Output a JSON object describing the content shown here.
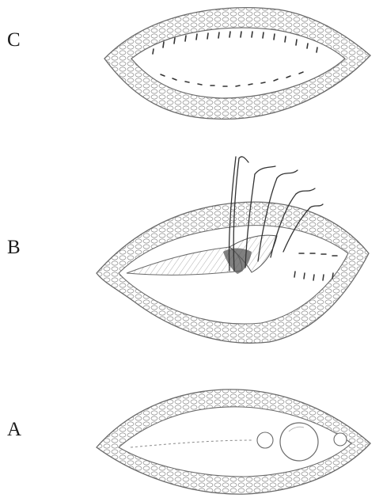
{
  "panels": [
    {
      "id": "c",
      "label": "C"
    },
    {
      "id": "b",
      "label": "B"
    },
    {
      "id": "a",
      "label": "A"
    }
  ],
  "colors": {
    "line": "#6a6a6a",
    "line_dark": "#333333",
    "shade": "#9a9a9a",
    "background": "#ffffff"
  }
}
